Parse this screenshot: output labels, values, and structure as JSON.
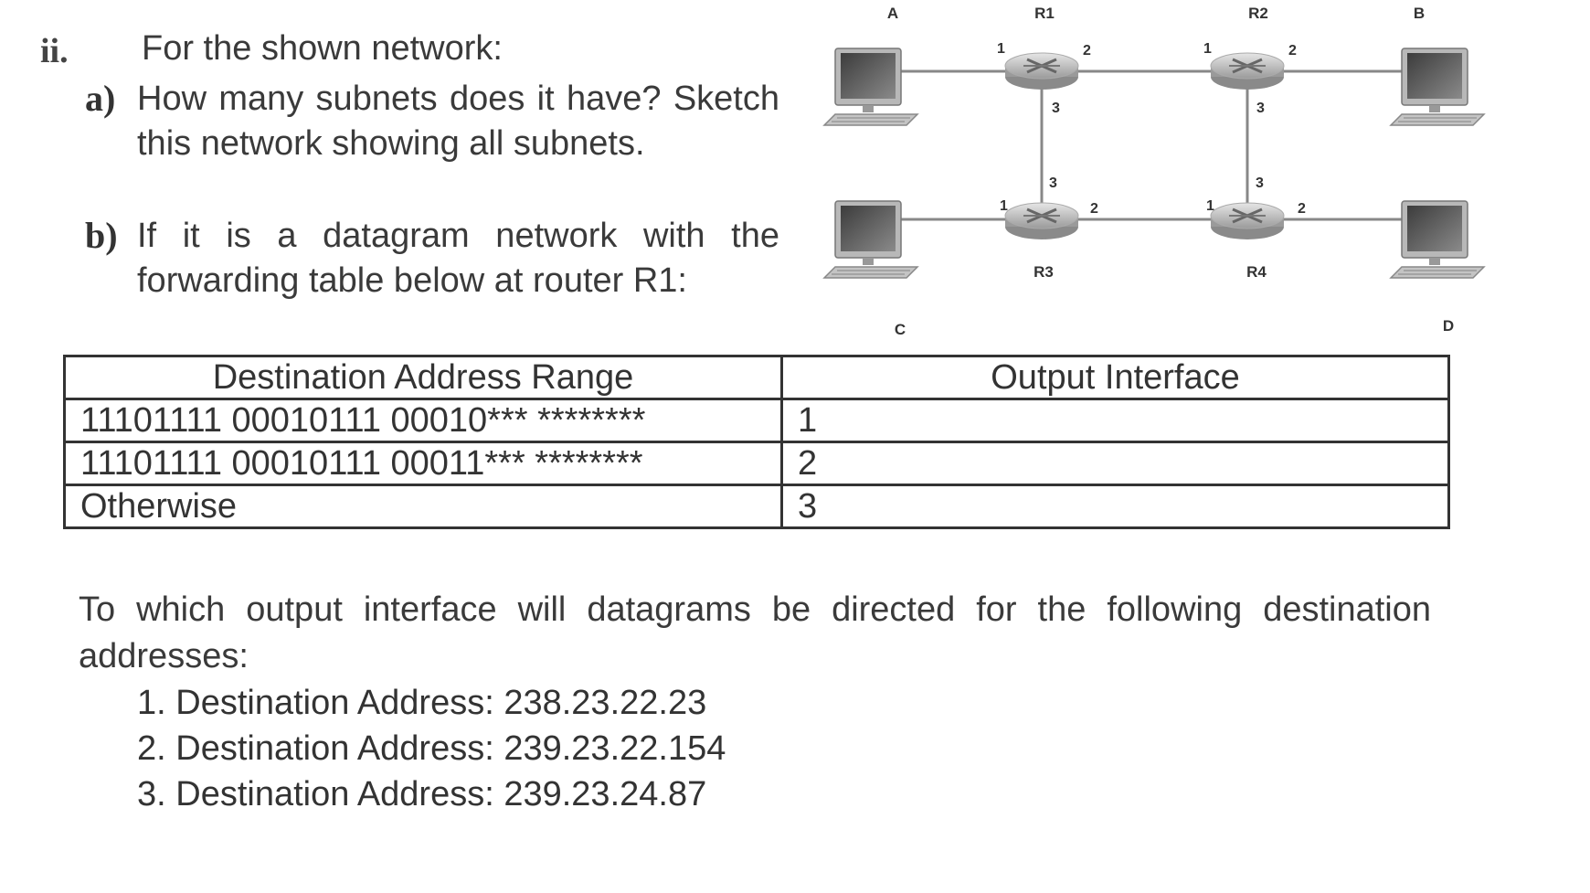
{
  "question_number": "ii.",
  "intro": "For the shown network:",
  "part_a": {
    "marker": "a)",
    "text": "How many subnets does it have? Sketch this network showing all subnets."
  },
  "part_b": {
    "marker": "b)",
    "text": "If it is a datagram network with the forwarding table below at router R1:"
  },
  "diagram": {
    "hosts": [
      "A",
      "B",
      "C",
      "D"
    ],
    "routers": [
      "R1",
      "R2",
      "R3",
      "R4"
    ],
    "interface_labels": [
      "1",
      "2",
      "3"
    ]
  },
  "table": {
    "headers": [
      "Destination Address Range",
      "Output Interface"
    ],
    "rows": [
      {
        "range": "11101111 00010111 00010*** ********",
        "interface": "1"
      },
      {
        "range": "11101111 00010111 00011*** ********",
        "interface": "2"
      },
      {
        "range": "Otherwise",
        "interface": "3"
      }
    ]
  },
  "question": "To which output interface will datagrams be directed for the following destination addresses:",
  "addresses": [
    "1. Destination Address: 238.23.22.23",
    "2. Destination Address: 239.23.22.154",
    "3. Destination Address: 239.23.24.87"
  ]
}
